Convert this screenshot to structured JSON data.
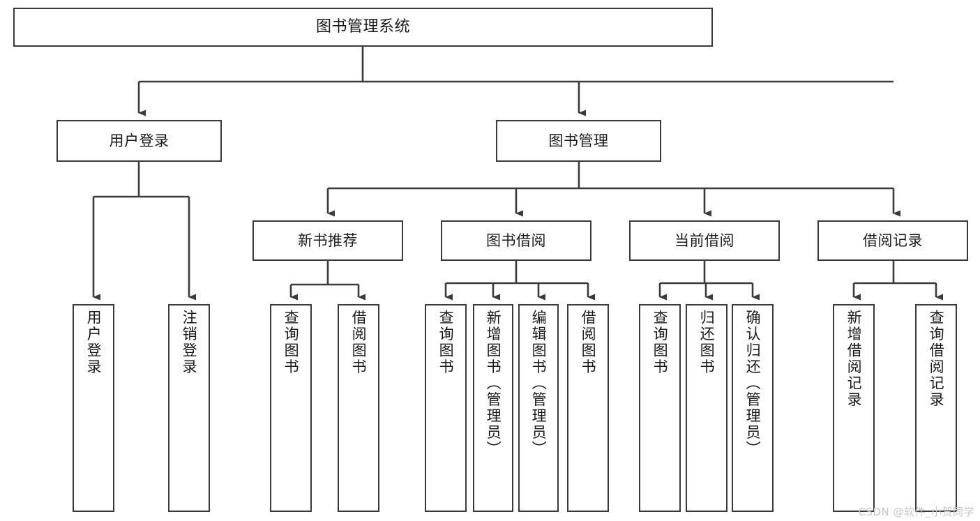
{
  "diagram": {
    "title": "图书管理系统",
    "type": "tree",
    "watermark": "CSDN @软件_小贺同学",
    "colors": {
      "stroke": "#3a3a3a",
      "fill": "#ffffff",
      "text": "#1a1a1a",
      "watermark": "#c6c6c6"
    },
    "levels": {
      "root": {
        "label": "图书管理系统"
      },
      "level1": [
        {
          "label": "用户登录"
        },
        {
          "label": "图书管理"
        }
      ],
      "level2": [
        {
          "label": "新书推荐"
        },
        {
          "label": "图书借阅"
        },
        {
          "label": "当前借阅"
        },
        {
          "label": "借阅记录"
        }
      ],
      "level3": {
        "user_login_children": [
          {
            "label": "用户登录"
          },
          {
            "label": "注销登录"
          }
        ],
        "new_book_children": [
          {
            "label": "查询图书"
          },
          {
            "label": "借阅图书"
          }
        ],
        "book_borrow_children": [
          {
            "label": "查询图书"
          },
          {
            "label": "新增图书（管理员）"
          },
          {
            "label": "编辑图书（管理员）"
          },
          {
            "label": "借阅图书"
          }
        ],
        "current_borrow_children": [
          {
            "label": "查询图书"
          },
          {
            "label": "归还图书"
          },
          {
            "label": "确认归还（管理员）"
          }
        ],
        "borrow_record_children": [
          {
            "label": "新增借阅记录"
          },
          {
            "label": "查询借阅记录"
          }
        ]
      }
    }
  }
}
